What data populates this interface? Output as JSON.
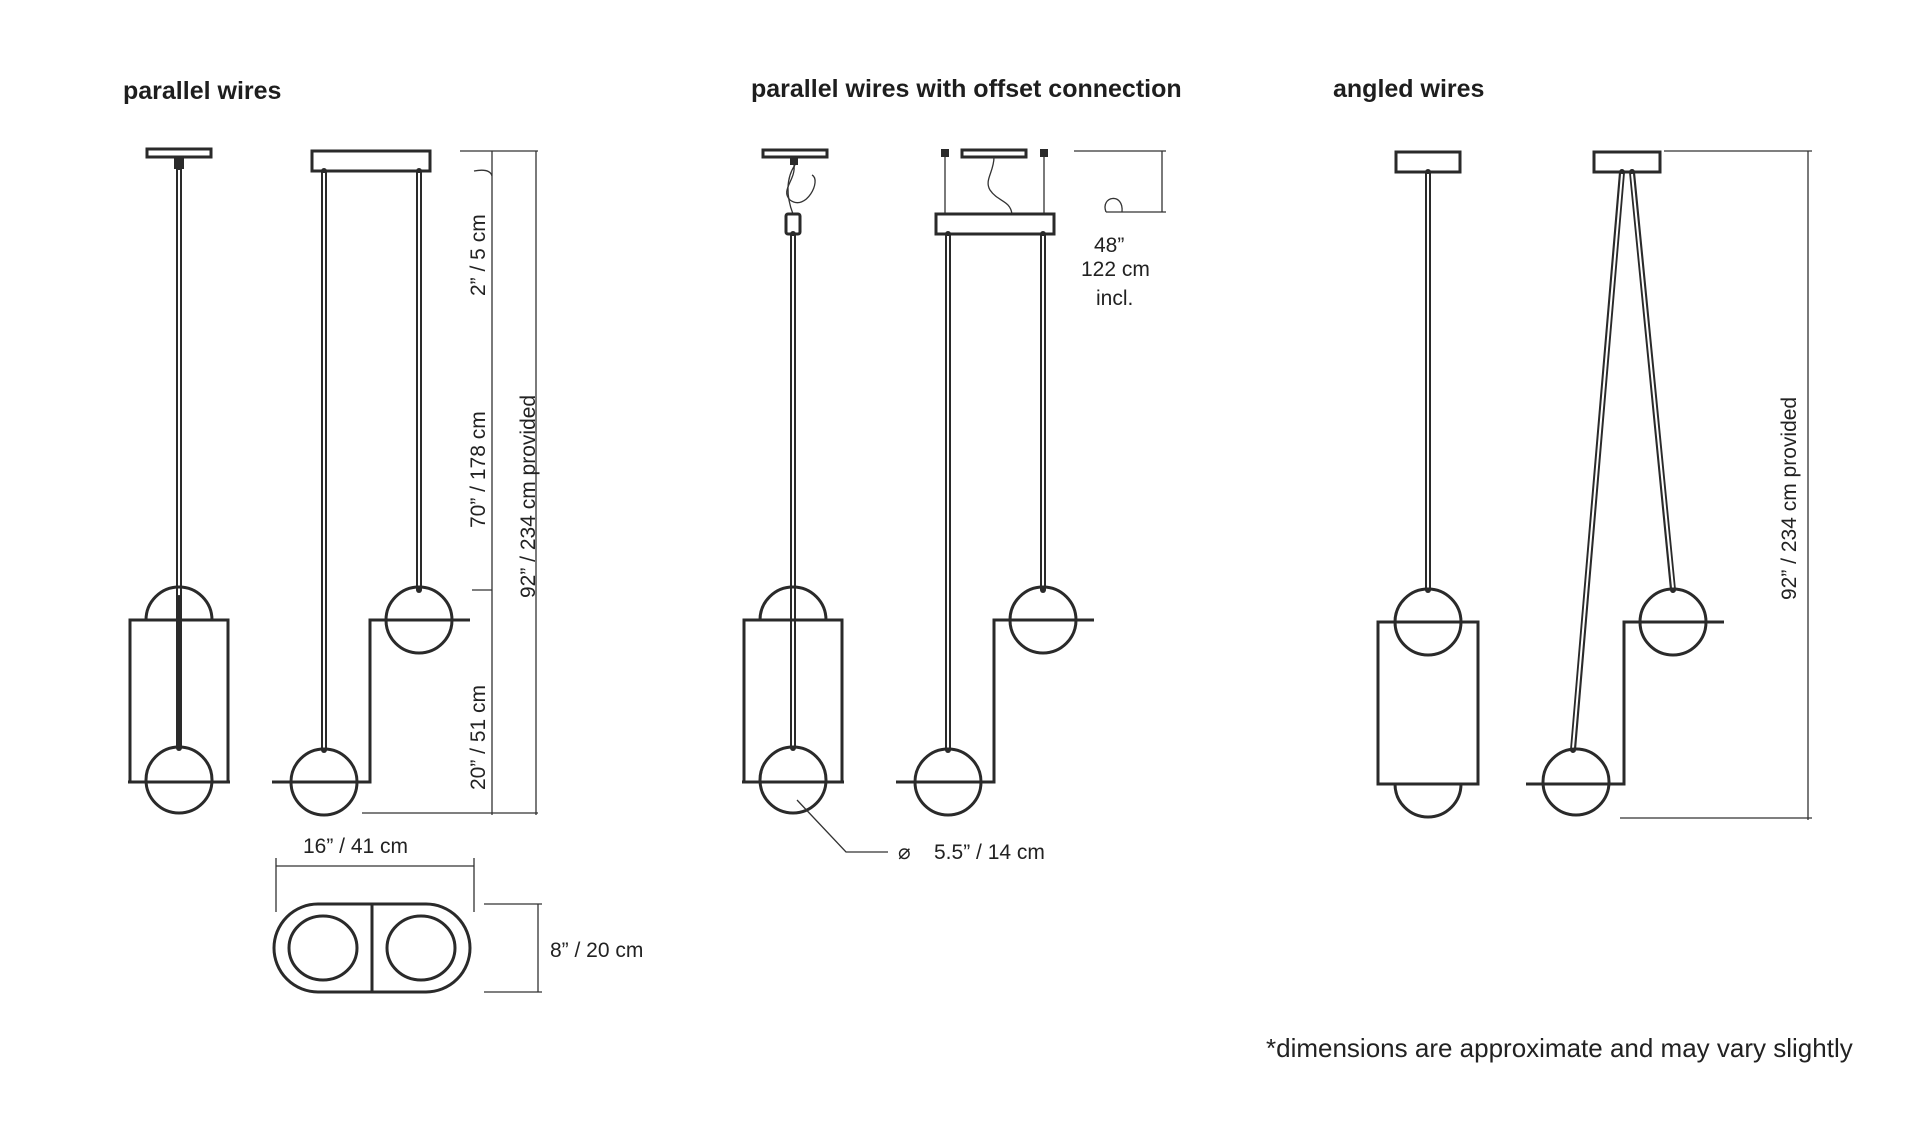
{
  "sections": {
    "parallel": {
      "title": "parallel wires"
    },
    "offset": {
      "title": "parallel wires with offset connection"
    },
    "angled": {
      "title": "angled wires"
    }
  },
  "dimensions": {
    "top_gap": "2”  /  5 cm",
    "wire_length": "70”  /  178 cm",
    "total_cable": "92”  /  234 cm provided",
    "shade_height": "20”  /  51 cm",
    "plan_width": "16”  /  41 cm",
    "plan_depth": "8”  /  20 cm",
    "power_cord_line1": "48”",
    "power_cord_line2": "122 cm",
    "power_cord_line3": "incl.",
    "globe_diameter_symbol": "⌀",
    "globe_diameter": "5.5”  /  14 cm",
    "angled_total_cable": "92”  /  234 cm provided"
  },
  "footnote": "*dimensions are approximate and may vary slightly"
}
